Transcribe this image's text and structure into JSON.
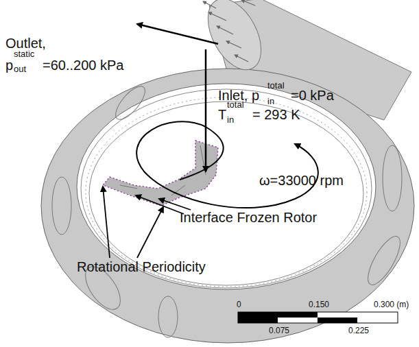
{
  "diagram": {
    "labels": [
      "Outlet,",
      "p",
      "static",
      "out",
      "=60..200 kPa",
      "Inlet, p",
      "total",
      "in",
      "=0 kPa",
      "T",
      "total",
      "in",
      "= 293 K",
      "ω=33000 rpm",
      "Interface Frozen Rotor",
      "Rotational Periodicity",
      "0",
      "0.150",
      "0.300 (m)",
      "0.075",
      "0.225"
    ]
  }
}
